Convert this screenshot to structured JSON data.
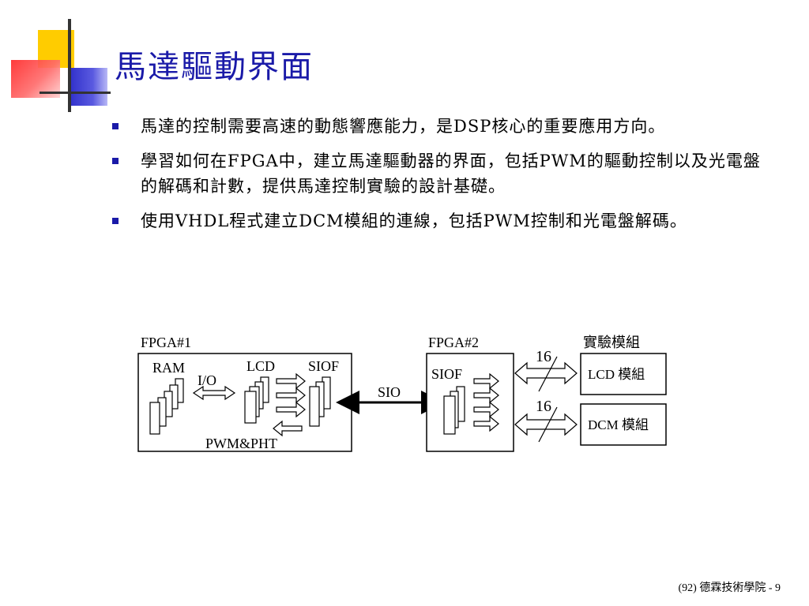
{
  "slide": {
    "title": "馬達驅動界面",
    "bullets": [
      {
        "text": "馬達的控制需要高速的動態響應能力，是DSP核心的重要應用方向。"
      },
      {
        "text": "學習如何在FPGA中，建立馬達驅動器的界面，包括PWM的驅動控制以及光電盤的解碼和計數，提供馬達控制實驗的設計基礎。"
      },
      {
        "text": "使用VHDL程式建立DCM模組的連線，包括PWM控制和光電盤解碼。"
      }
    ],
    "footer": "(92) 德霖技術學院 - 9"
  },
  "diagram": {
    "fpga1_label": "FPGA#1",
    "ram_label": "RAM",
    "io_label": "I/O",
    "lcd_label": "LCD",
    "siof1_label": "SIOF",
    "pwm_label": "PWM&PHT",
    "sio_label": "SIO",
    "fpga2_label": "FPGA#2",
    "siof2_label": "SIOF",
    "bus_width_top": "16",
    "bus_width_bottom": "16",
    "module_group_label": "實驗模組",
    "lcd_module_label": "LCD 模組",
    "dcm_module_label": "DCM 模組"
  },
  "colors": {
    "title": "#1a1aa8",
    "bullet_mark": "#1a1aa8",
    "logo_yellow": "#ffcc00",
    "logo_red": "#ff2a2a",
    "logo_blue": "#3333cc"
  }
}
